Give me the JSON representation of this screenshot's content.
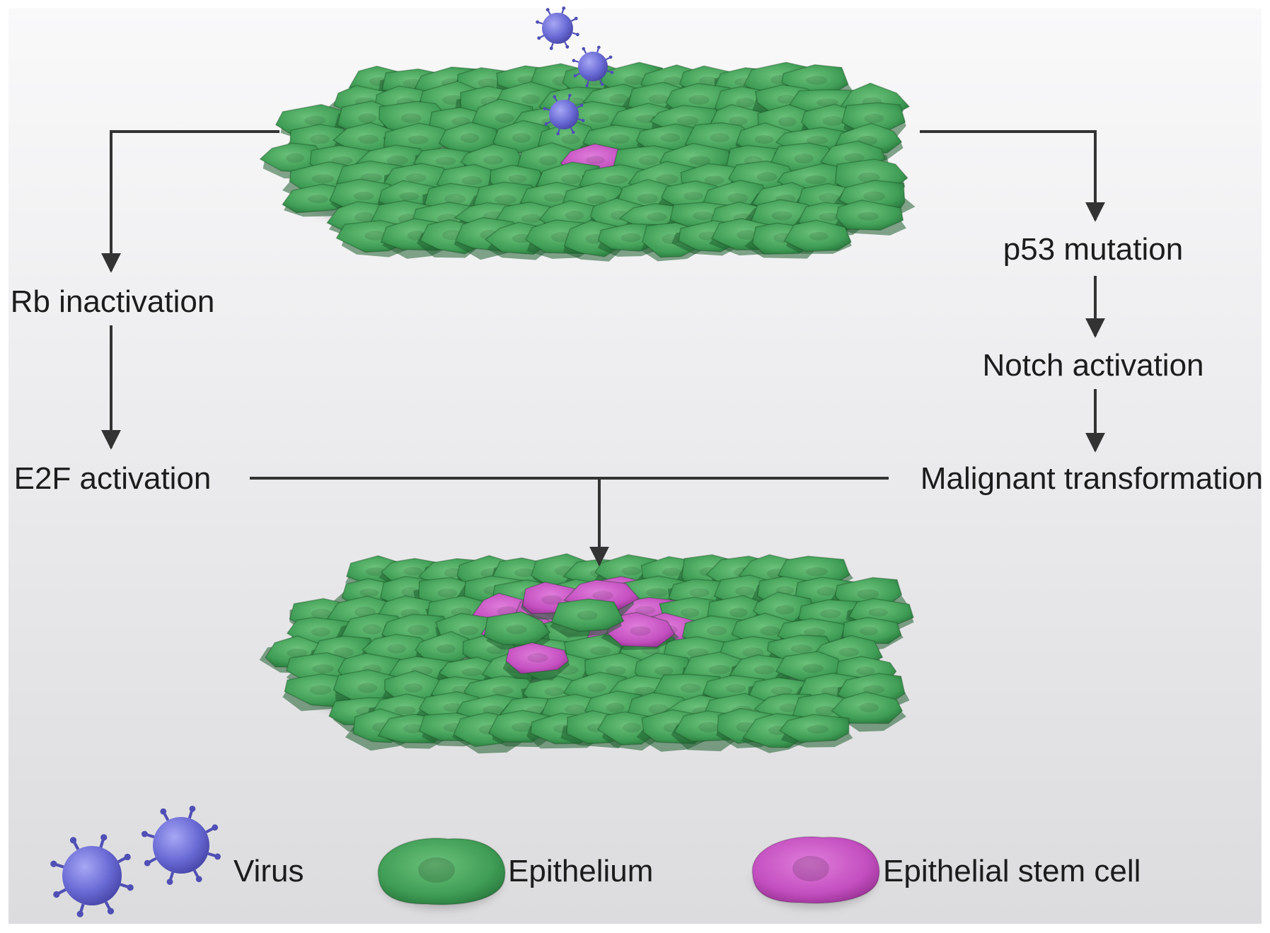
{
  "pathway": {
    "rb_inactivation": "Rb inactivation",
    "e2f_activation": "E2F activation",
    "p53_mutation": "p53 mutation",
    "notch_activation": "Notch activation",
    "malignant_transformation": "Malignant transformation"
  },
  "legend": {
    "virus": "Virus",
    "epithelium": "Epithelium",
    "stem_cell": "Epithelial stem cell"
  },
  "colors": {
    "epithelium": "#3f9d55",
    "stem_cell": "#c44fc0",
    "virus": "#6b6bd6",
    "arrow": "#333333"
  }
}
